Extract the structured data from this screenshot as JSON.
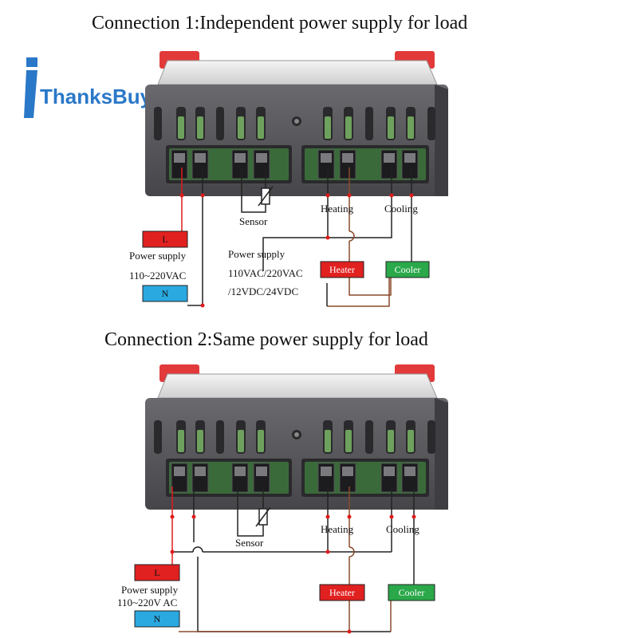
{
  "logo": {
    "text": "ThanksBuyer"
  },
  "colors": {
    "brand": "#2a78c8",
    "live": "#e11b1b",
    "neutral_wire": "#222222",
    "heater_wire": "#8a4a2a",
    "heater_box": "#e12020",
    "cooler_box": "#2aa84a",
    "l_box": "#e12020",
    "n_box": "#2aa8e0",
    "device_body": "#545458",
    "device_top": "#e23a3a"
  },
  "connection1": {
    "title": "Connection 1:Independent power supply for load",
    "sensor_label": "Sensor",
    "heating_label": "Heating",
    "cooling_label": "Cooling",
    "l_box": "L",
    "n_box": "N",
    "power_supply_label": "Power supply",
    "power_supply_voltage": "110~220VAC",
    "load_supply_label": "Power supply",
    "load_supply_line1": "110VAC/220VAC",
    "load_supply_line2": "/12VDC/24VDC",
    "heater_box": "Heater",
    "cooler_box": "Cooler"
  },
  "connection2": {
    "title": "Connection 2:Same power supply for load",
    "sensor_label": "Sensor",
    "heating_label": "Heating",
    "cooling_label": "Cooling",
    "l_box": "L",
    "n_box": "N",
    "power_supply_label": "Power supply",
    "power_supply_voltage": "110~220V AC",
    "heater_box": "Heater",
    "cooler_box": "Cooler"
  }
}
